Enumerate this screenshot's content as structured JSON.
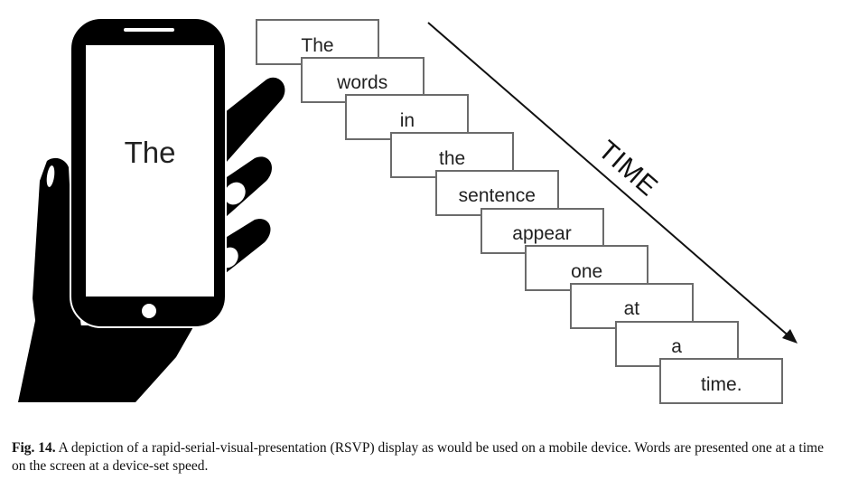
{
  "figure": {
    "phone_screen_word": "The",
    "sequence_words": [
      "The",
      "words",
      "in",
      "the",
      "sentence",
      "appear",
      "one",
      "at",
      "a",
      "time."
    ],
    "time_axis_label": "TIME",
    "colors": {
      "ink": "#000000",
      "box_border": "#6b6b6b",
      "background": "#ffffff"
    }
  },
  "caption": {
    "label": "Fig. 14.",
    "text": " A depiction of a rapid-serial-visual-presentation (RSVP) display as would be used on a mobile device. Words are presented one at a time on the screen at a device-set speed."
  }
}
